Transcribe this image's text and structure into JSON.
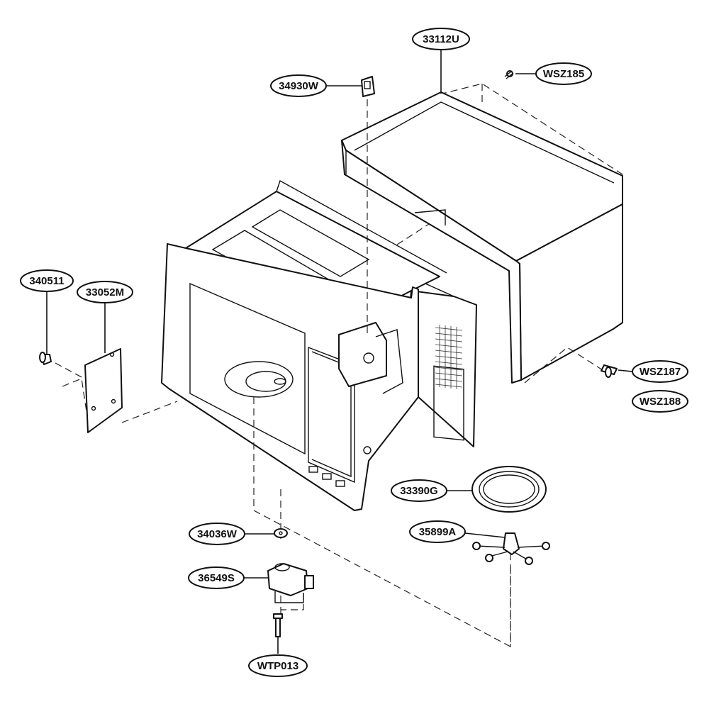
{
  "callouts": [
    {
      "id": "c-33112u",
      "label": "33112U"
    },
    {
      "id": "c-34930w",
      "label": "34930W"
    },
    {
      "id": "c-wsz185",
      "label": "WSZ185"
    },
    {
      "id": "c-340511",
      "label": "340511"
    },
    {
      "id": "c-33052m",
      "label": "33052M"
    },
    {
      "id": "c-wsz187",
      "label": "WSZ187"
    },
    {
      "id": "c-wsz188",
      "label": "WSZ188"
    },
    {
      "id": "c-33390g",
      "label": "33390G"
    },
    {
      "id": "c-35899a",
      "label": "35899A"
    },
    {
      "id": "c-34036w",
      "label": "34036W"
    },
    {
      "id": "c-36549s",
      "label": "36549S"
    },
    {
      "id": "c-wtp013",
      "label": "WTP013"
    }
  ]
}
